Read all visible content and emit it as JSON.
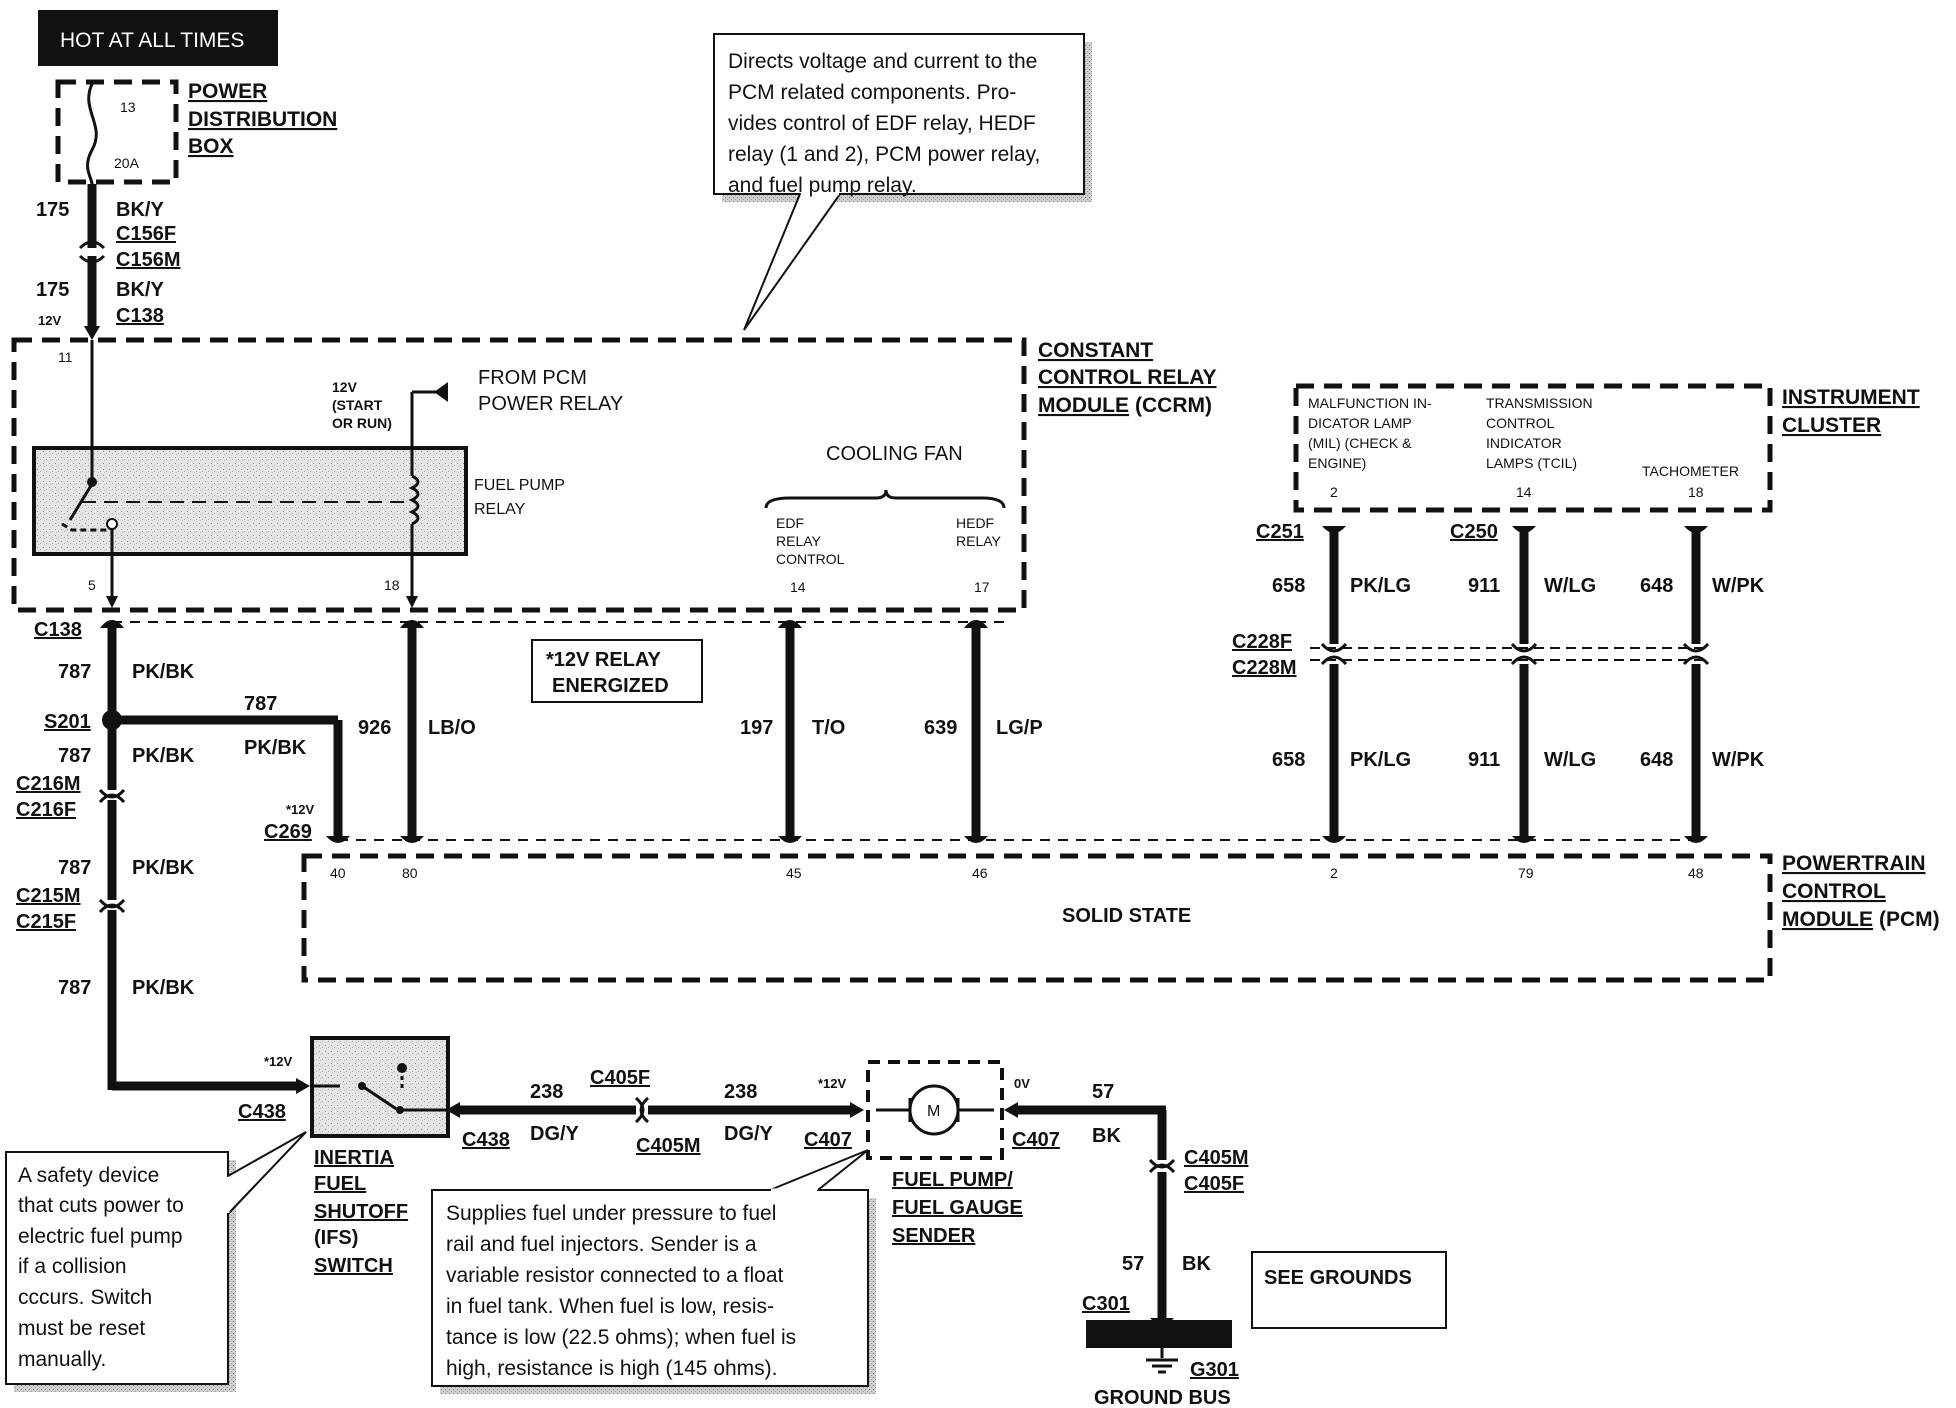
{
  "header": {
    "hot_label": "HOT AT ALL TIMES"
  },
  "pdb": {
    "title_1": "POWER",
    "title_2": "DISTRIBUTION",
    "title_3": "BOX",
    "pin": "13",
    "fuse": "20A"
  },
  "top_wire": {
    "c1": "175",
    "color1": "BK/Y",
    "conn_f": "C156F",
    "conn_m": "C156M",
    "c2": "175",
    "color2": "BK/Y",
    "conn_c138": "C138",
    "volt": "12V"
  },
  "callout_ccrm": {
    "line1": "Directs voltage and current to the",
    "line2": "PCM related components. Pro-",
    "line3": "vides control of EDF relay, HEDF",
    "line4": "relay (1 and 2), PCM power relay,",
    "line5": "and fuel pump relay."
  },
  "ccrm": {
    "title_1": "CONSTANT",
    "title_2": "CONTROL RELAY",
    "title_3": "MODULE",
    "title_suffix": "(CCRM)",
    "pin_11": "11",
    "pin_5": "5",
    "pin_18": "18",
    "pin_14": "14",
    "pin_17": "17",
    "feed_1": "12V",
    "feed_2": "(START",
    "feed_3": "OR RUN)",
    "from_pcm_1": "FROM PCM",
    "from_pcm_2": "POWER RELAY",
    "fuel_pump_1": "FUEL PUMP",
    "fuel_pump_2": "RELAY",
    "cooling_fan": "COOLING FAN",
    "edf_1": "EDF",
    "edf_2": "RELAY",
    "edf_3": "CONTROL",
    "hedf_1": "HEDF",
    "hedf_2": "RELAY"
  },
  "energized_note": {
    "line1": "*12V RELAY",
    "line2": "ENERGIZED"
  },
  "left_circuit": {
    "c138": "C138",
    "w787": "787",
    "pkbk": "PK/BK",
    "s201": "S201",
    "c216m": "C216M",
    "c216f": "C216F",
    "c215m": "C215M",
    "c215f": "C215F",
    "c269": "C269",
    "star12v": "*12V",
    "c438": "C438"
  },
  "mid_wires": {
    "w926": "926",
    "lbo": "LB/O",
    "w197": "197",
    "to": "T/O",
    "w639": "639",
    "lgp": "LG/P"
  },
  "cluster": {
    "title_1": "INSTRUMENT",
    "title_2": "CLUSTER",
    "mil_1": "MALFUNCTION IN-",
    "mil_2": "DICATOR LAMP",
    "mil_3": "(MIL) (CHECK &",
    "mil_4": "ENGINE)",
    "tcil_1": "TRANSMISSION",
    "tcil_2": "CONTROL",
    "tcil_3": "INDICATOR",
    "tcil_4": "LAMPS (TCIL)",
    "tach": "TACHOMETER",
    "pin_2": "2",
    "pin_14": "14",
    "pin_18": "18",
    "c251": "C251",
    "c250": "C250",
    "c228f": "C228F",
    "c228m": "C228M",
    "w658": "658",
    "pklg": "PK/LG",
    "w911": "911",
    "wlg": "W/LG",
    "w648": "648",
    "wpk": "W/PK"
  },
  "pcm": {
    "title_1": "POWERTRAIN",
    "title_2": "CONTROL",
    "title_3": "MODULE",
    "title_suffix": "(PCM)",
    "solid_state": "SOLID STATE",
    "pins": [
      "40",
      "80",
      "45",
      "46",
      "2",
      "79",
      "48"
    ]
  },
  "ifs": {
    "title_1": "INERTIA",
    "title_2": "FUEL",
    "title_3": "SHUTOFF",
    "title_4": "(IFS)",
    "title_5": "SWITCH"
  },
  "bottom_wire": {
    "c438": "C438",
    "w238": "238",
    "dgy": "DG/Y",
    "c405f": "C405F",
    "c405m": "C405M",
    "star12v": "*12V",
    "c407": "C407",
    "ov": "0V",
    "w57": "57",
    "bk": "BK",
    "c405m_b": "C405M",
    "c405f_b": "C405F",
    "c301": "C301",
    "g301": "G301",
    "ground_bus": "GROUND BUS"
  },
  "fuel_pump": {
    "title_1": "FUEL PUMP/",
    "title_2": "FUEL GAUGE",
    "title_3": "SENDER",
    "motor": "M"
  },
  "see_grounds": "SEE GROUNDS",
  "callout_ifs": {
    "line1": "A safety device",
    "line2": "that cuts power to",
    "line3": "electric fuel pump",
    "line4": "if a collision",
    "line5": "cccurs.  Switch",
    "line6": "must be reset",
    "line7": "manually."
  },
  "callout_pump": {
    "line1": "Supplies fuel under pressure to fuel",
    "line2": "rail and fuel injectors.  Sender is a",
    "line3": "variable resistor connected to a float",
    "line4": "in fuel tank.  When fuel is low, resis-",
    "line5": "tance is low (22.5 ohms); when fuel is",
    "line6": "high, resistance is high (145 ohms)."
  }
}
